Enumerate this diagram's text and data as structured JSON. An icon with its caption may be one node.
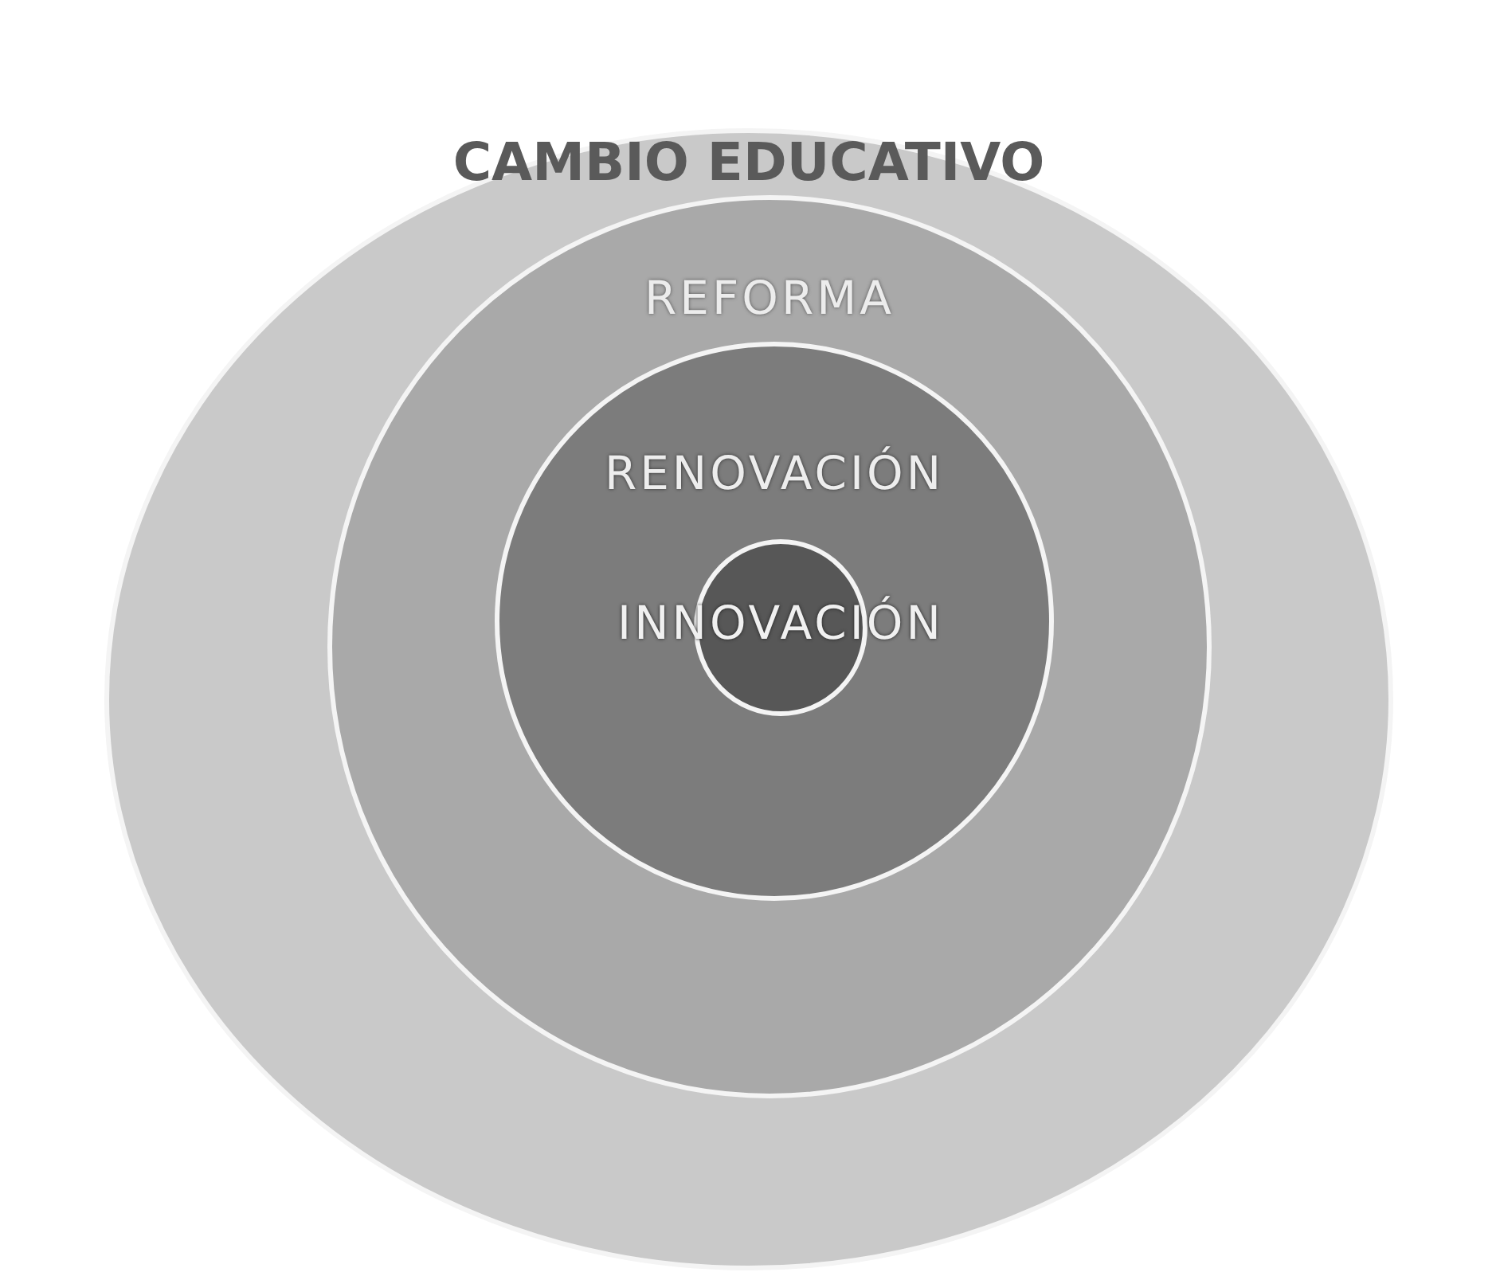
{
  "diagram": {
    "nodes": [
      {
        "text": [
          "CAMBIO EDUCATIVO"
        ]
      },
      {
        "text": [
          "REFORMA"
        ],
        "in": 0
      },
      {
        "text": [
          "RENOVACIÓN"
        ],
        "in": 1
      },
      {
        "text": [
          "INNOVACIÓN"
        ],
        "in": 2
      }
    ]
  }
}
